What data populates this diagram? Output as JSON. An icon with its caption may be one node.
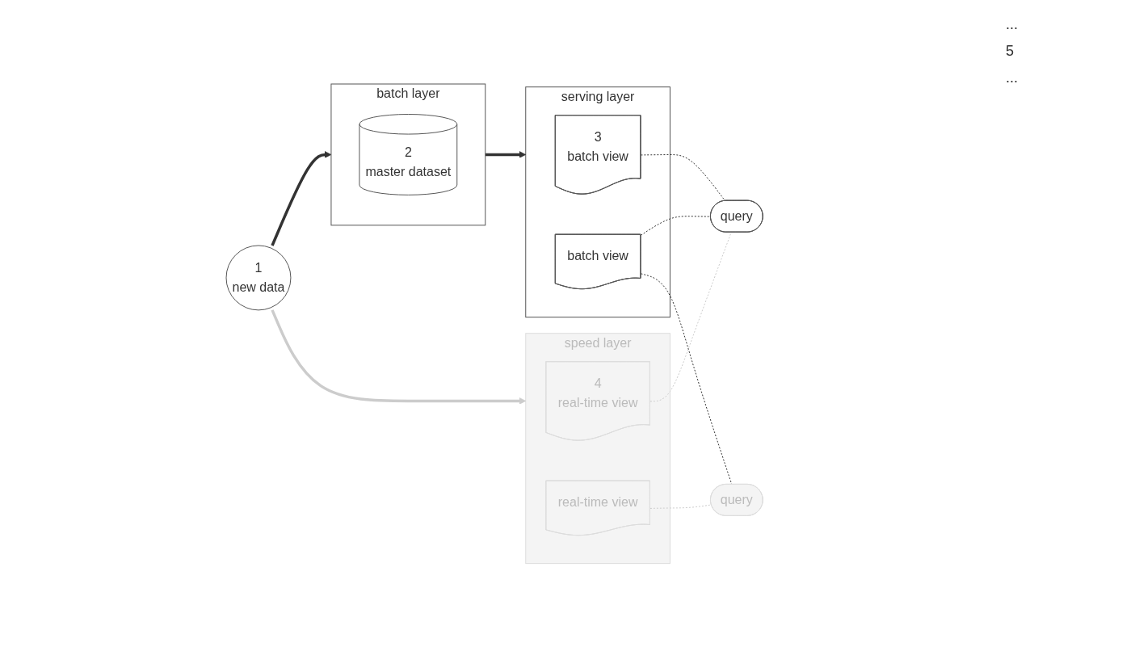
{
  "diagram": {
    "nodes": [
      {
        "text": [
          "1",
          "new data"
        ]
      },
      {
        "text": [
          "batch layer"
        ]
      },
      {
        "text": [
          "2",
          "master dataset"
        ],
        "in": 1
      },
      {
        "text": [
          "serving layer"
        ]
      },
      {
        "text": [
          "3",
          "batch view"
        ],
        "in": 3
      },
      {
        "text": [
          "batch view"
        ],
        "in": 3
      },
      {
        "text": [
          "query"
        ]
      },
      {
        "text": [
          "speed layer"
        ]
      },
      {
        "text": [
          "4",
          "real-time view"
        ],
        "in": 7
      },
      {
        "text": [
          "real-time view"
        ],
        "in": 7
      },
      {
        "text": [
          "query"
        ]
      }
    ],
    "edges": [
      {
        "from": 0,
        "to": 1,
        "arrow": "to",
        "style": "thick"
      },
      {
        "from": 0,
        "to": 7,
        "arrow": "to",
        "style": "thick",
        "color": "#cccccc"
      },
      {
        "from": 1,
        "to": 3,
        "arrow": "to",
        "style": "thick"
      },
      {
        "from": 4,
        "to": 6,
        "arrow": "none",
        "style": "dashed"
      },
      {
        "from": 5,
        "to": 6,
        "arrow": "none",
        "style": "dashed"
      },
      {
        "from": 5,
        "to": 10,
        "arrow": "none",
        "style": "dashed"
      },
      {
        "from": 8,
        "to": 6,
        "arrow": "none",
        "style": "dashed",
        "color": "#cccccc"
      },
      {
        "from": 9,
        "to": 10,
        "arrow": "none",
        "style": "dashed",
        "color": "#cccccc"
      }
    ],
    "labels": [
      "...",
      "5",
      "..."
    ]
  }
}
